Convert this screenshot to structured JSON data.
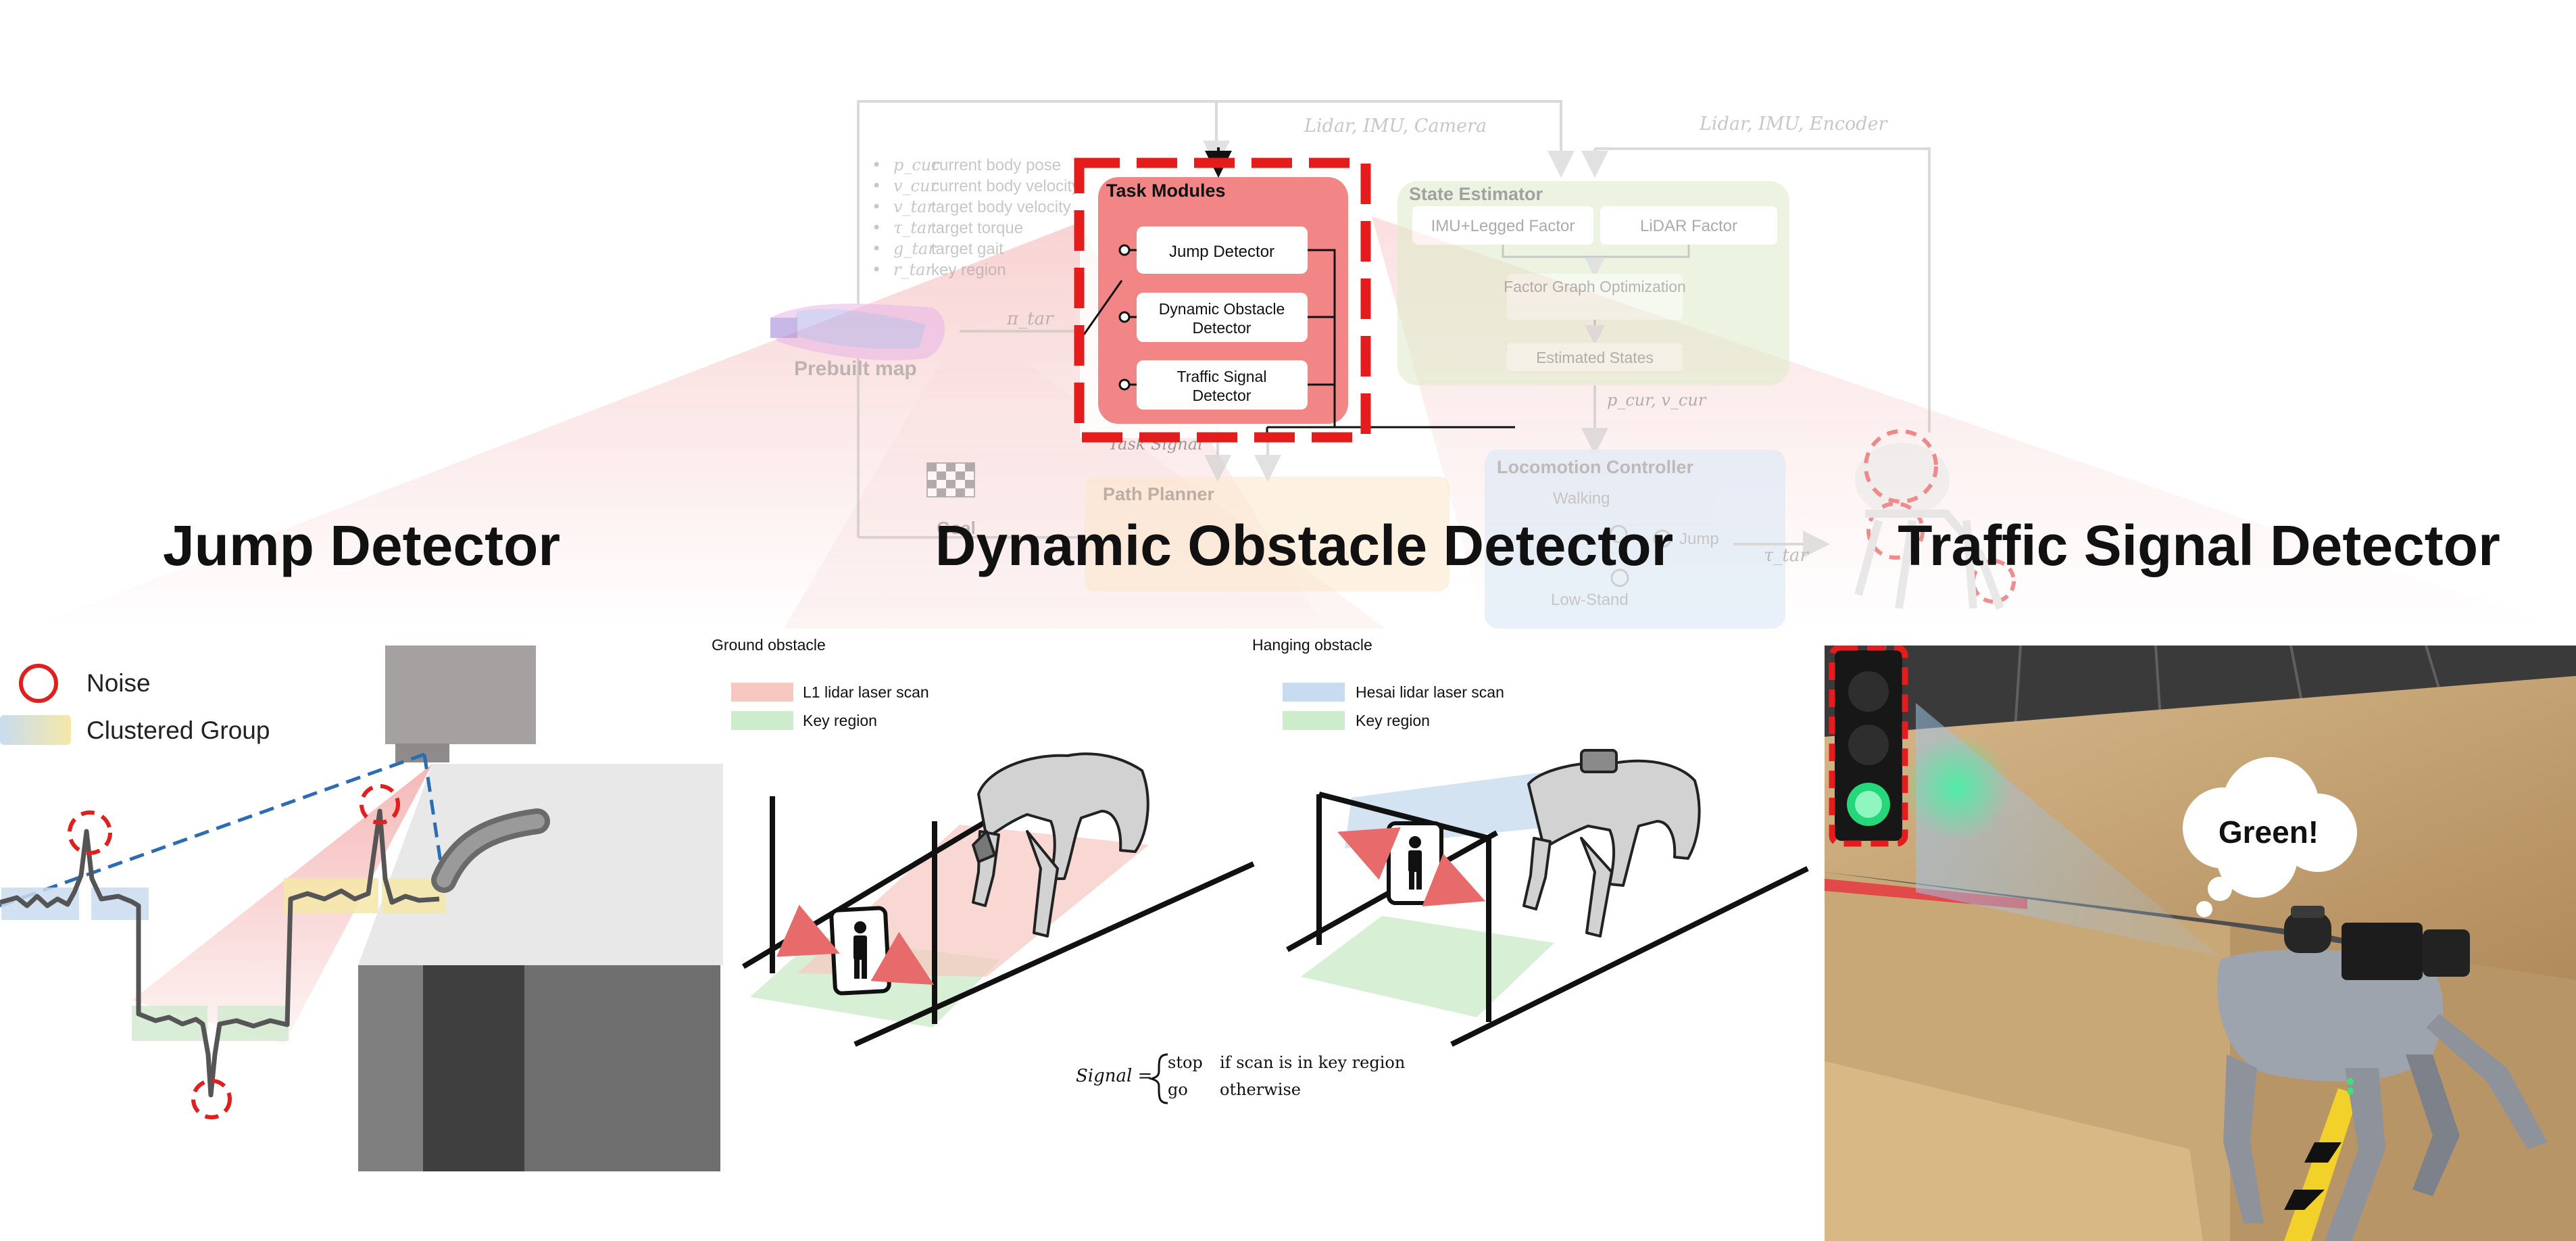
{
  "overview": {
    "inputs_left": "Lidar, IMU, Camera",
    "inputs_right": "Lidar, IMU, Encoder",
    "legend": [
      {
        "sym": "p_cur",
        "desc": "current body pose"
      },
      {
        "sym": "v_cur",
        "desc": "current body velocity"
      },
      {
        "sym": "v_tar",
        "desc": "target body velocity"
      },
      {
        "sym": "τ_tar",
        "desc": "target torque"
      },
      {
        "sym": "g_tar",
        "desc": "target gait"
      },
      {
        "sym": "r_tar",
        "desc": "key region"
      }
    ],
    "prebuilt_map": "Prebuilt map",
    "pi_tar": "π_tar",
    "goal": "Goal",
    "task_modules": {
      "title": "Task Modules",
      "items": [
        "Jump Detector",
        "Dynamic Obstacle Detector",
        "Traffic Signal Detector"
      ]
    },
    "task_signal": "Task Signal",
    "state_estimator": {
      "title": "State Estimator",
      "factor1": "IMU+Legged Factor",
      "factor2": "LiDAR Factor",
      "fgo": "Factor Graph Optimization",
      "est": "Estimated States"
    },
    "pose_vel": "p_cur, v_cur",
    "path_planner": "Path Planner",
    "locomotion": {
      "title": "Locomotion Controller",
      "walking": "Walking",
      "jump": "Jump",
      "lowstand": "Low-Stand"
    },
    "tau_tar": "τ_tar"
  },
  "section_titles": {
    "jump": "Jump Detector",
    "dynamic": "Dynamic Obstacle Detector",
    "traffic": "Traffic Signal Detector"
  },
  "jump_panel": {
    "legend_noise": "Noise",
    "legend_cluster": "Clustered Group"
  },
  "dynamic_panel": {
    "ground_title": "Ground obstacle",
    "ground_scan": "L1 lidar laser scan",
    "ground_key": "Key region",
    "hanging_title": "Hanging obstacle",
    "hanging_scan": "Hesai lidar laser scan",
    "hanging_key": "Key region",
    "signal_label": "Signal =",
    "cases": [
      {
        "value": "stop",
        "condition": "if scan is in key region"
      },
      {
        "value": "go",
        "condition": "otherwise"
      }
    ]
  },
  "traffic_panel": {
    "speech": "Green!"
  },
  "colors": {
    "noise_red": "#e01f1f",
    "cluster_blue": "#c9dcef",
    "cluster_yellow": "#f5e7a8",
    "cluster_green": "#d3ead0",
    "scan_red": "#f7c8c0",
    "scan_blue": "#c8dcef",
    "key_green": "#cdeccb",
    "dashed_blue": "#2b6cb3",
    "task_box_red": "#f07a7a"
  }
}
